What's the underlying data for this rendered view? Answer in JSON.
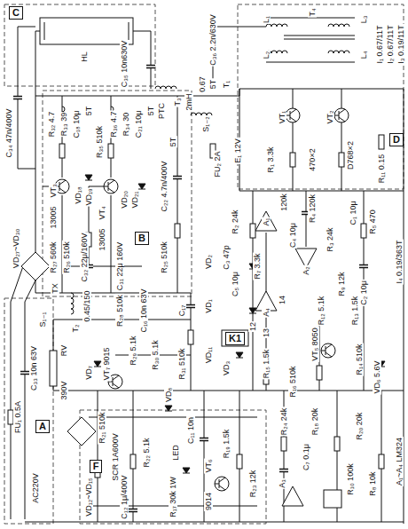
{
  "diagram": {
    "nodes": [
      {
        "text": [
          "C"
        ]
      },
      {
        "text": [
          "D"
        ]
      },
      {
        "text": [
          "B"
        ]
      },
      {
        "text": [
          "K1"
        ]
      },
      {
        "text": [
          "A"
        ]
      },
      {
        "text": [
          "F"
        ]
      }
    ],
    "labels": [
      "C₃₄ 47n/400V",
      "HL",
      "C₃₅ 10n630V",
      "PTC",
      "5T",
      "T₃",
      "2mH",
      "C₃₆ 2.2n/630V",
      "L₁",
      "T₄",
      "L₂",
      "L₃",
      "L₄",
      "0.67",
      "5T",
      "S₁₋₂",
      "T₁",
      "FU₂ 2A",
      "E₁ 12V",
      "VT₁",
      "VT₂",
      "R₁ 3.3k",
      "470×2",
      "D768×2",
      "R₁₁ 0.15",
      "I₁ 0.67/11T",
      "I₂ 0.67/11T",
      "I₃ 0.19/11T",
      "I₄ 0.19/363T",
      "120k",
      "R₄ 120k",
      "C₁ 10μ",
      "R₅ 470",
      "R₂ 24k",
      "A₁",
      "C₄ 10μ",
      "R₃ 24k",
      "C₃ 47p",
      "R₇ 3.3k",
      "A₂",
      "C₂ 10μ",
      "C₅ 10μ",
      "R₉ 12k",
      "VD₂",
      "VD₁",
      "A₄",
      "14",
      "12",
      "13",
      "R₁₂ 5.1k",
      "R₁₃ 1.5k",
      "VT₅ 8050",
      "R₁₄ 510k",
      "VD₆ 5.6V",
      "R₁₅ 1.5k",
      "R₁₆ 510k",
      "VD₃",
      "VD₁₁",
      "R₃₂ 4.7",
      "R₃₃ 39",
      "C₁₈ 10μ",
      "5T",
      "R₃₅ 510k",
      "R₃₆ 4.7",
      "R₃₄ 30",
      "C₂₁ 10μ",
      "5T",
      "VT₃",
      "13005",
      "VD₁₈",
      "VD₁₉",
      "VT₄",
      "13005",
      "VD₂₀",
      "VD₂₁",
      "R₂₇ 560k",
      "R₂₆ 510k",
      "R₂₅ 510k",
      "C₂₂ 4.7n/400V",
      "C₃₁ 22μ 160V",
      "C₃₂ 22μ/160V",
      "VD₂₇~VD₃₀",
      "TX",
      "FU₁ 0.5A",
      "C₃₃ 10n 63V",
      "AC220V",
      "RV",
      "390V",
      "S₁₋₁",
      "0.45/150",
      "T₂",
      "R₂₈ 510k",
      "C₁₆ 10n 63V",
      "R₂₉ 5.1k",
      "R₃₀ 5.1k",
      "VT₇ 9015",
      "VD₇",
      "C₁₇",
      "R₃₁ 510k",
      "R₂₁ 510k",
      "SCR 1A600V",
      "C₁₁ 10n",
      "LED",
      "R₁₉ 1.5k",
      "R₂₂ 5.1k",
      "R₂₃ 12k",
      "VT₆",
      "9014",
      "VD₁₂~VD₁₅",
      "C₁₂ 1μ/400V",
      "R₁₇ 30k 1W",
      "R₂₄ 24k",
      "R₁₈ 20k",
      "C₇ 0.1μ",
      "R₂₀ 20k",
      "R₁₀ 100k",
      "R₈ 10k",
      "A₃",
      "A₁~A₄ LM324",
      "VD₈"
    ]
  }
}
